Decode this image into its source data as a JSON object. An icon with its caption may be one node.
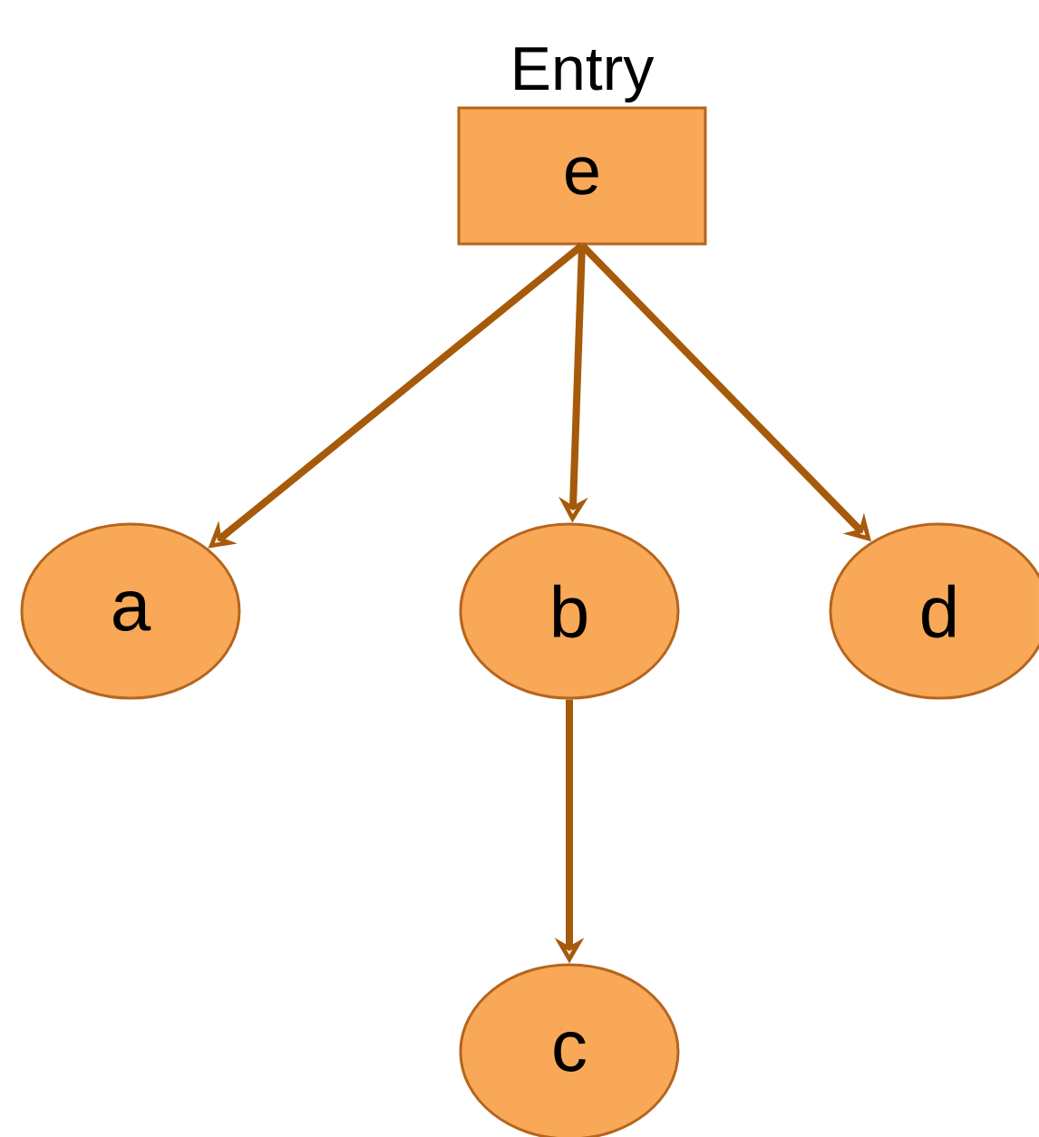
{
  "diagram": {
    "nodes": [
      {
        "text": [
          "Entry",
          "e"
        ]
      },
      {
        "text": [
          "a"
        ]
      },
      {
        "text": [
          "b"
        ]
      },
      {
        "text": [
          "d"
        ]
      },
      {
        "text": [
          "c"
        ]
      }
    ],
    "edges": [
      {
        "from": 0,
        "to": 1,
        "arrow": "to"
      },
      {
        "from": 0,
        "to": 2,
        "arrow": "to"
      },
      {
        "from": 0,
        "to": 3,
        "arrow": "to"
      },
      {
        "from": 2,
        "to": 4,
        "arrow": "to"
      }
    ]
  }
}
